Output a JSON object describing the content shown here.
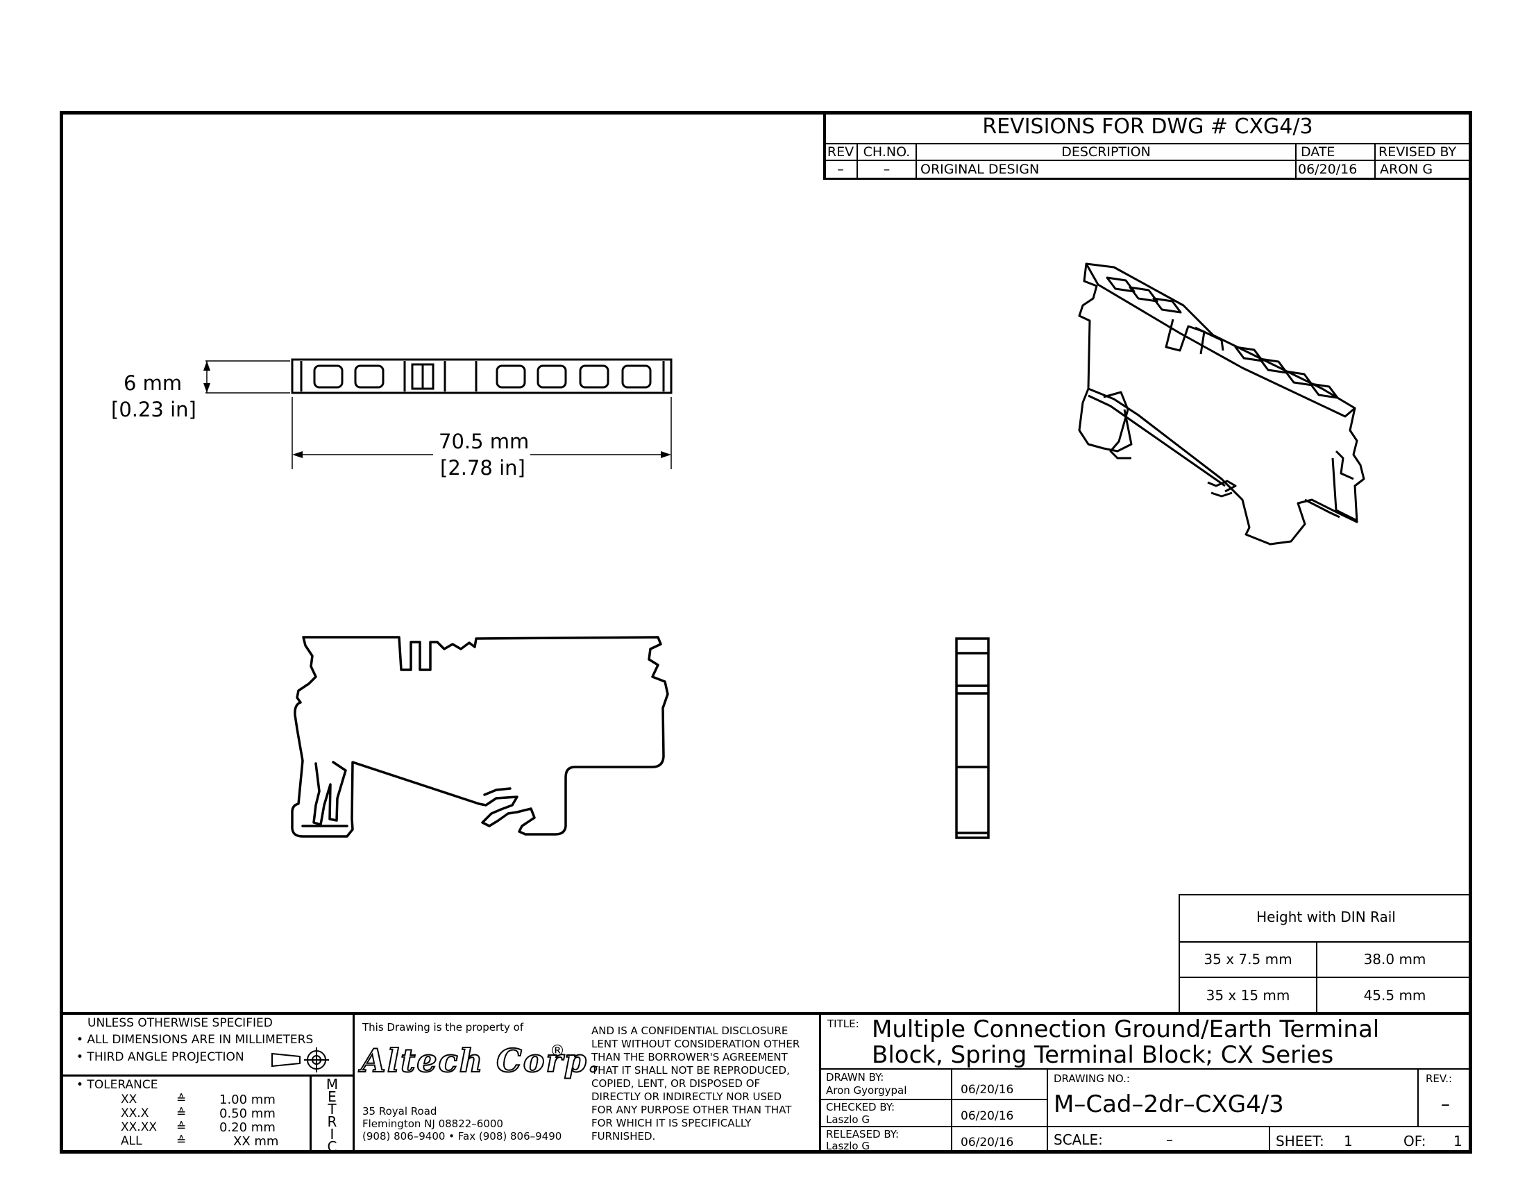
{
  "revisions": {
    "title": "REVISIONS  FOR  DWG  #  CXG4/3",
    "headers": [
      "REV",
      "CH.NO.",
      "DESCRIPTION",
      "DATE",
      "REVISED BY"
    ],
    "rows": [
      [
        "–",
        "–",
        "ORIGINAL  DESIGN",
        "06/20/16",
        "ARON  G"
      ]
    ]
  },
  "dimensions": {
    "height_mm": "6 mm",
    "height_in": "[0.23 in]",
    "width_mm": "70.5 mm",
    "width_in": "[2.78 in]"
  },
  "din_table": {
    "header": "Height with DIN Rail",
    "rows": [
      [
        "35 x 7.5 mm",
        "38.0 mm"
      ],
      [
        "35 x 15 mm",
        "45.5 mm"
      ]
    ]
  },
  "notes": {
    "line1": "UNLESS  OTHERWISE  SPECIFIED",
    "line2": "• ALL  DIMENSIONS  ARE  IN  MILLIMETERS",
    "line3": "• THIRD  ANGLE  PROJECTION",
    "tolerance_label": "• TOLERANCE",
    "tolerances": [
      [
        "XX",
        "≙",
        "1.00 mm"
      ],
      [
        "XX.X",
        "≙",
        "0.50 mm"
      ],
      [
        "XX.XX",
        "≙",
        "0.20 mm"
      ],
      [
        "ALL",
        "≙",
        "XX mm"
      ]
    ],
    "metric_letters": [
      "M",
      "E",
      "T",
      "R",
      "I",
      "C"
    ]
  },
  "company": {
    "property_note": "This  Drawing  is  the  property  of",
    "logo": "Altech Corp.",
    "logo_mark": "®",
    "address1": "35  Royal  Road",
    "address2": "Flemington  NJ  08822–6000",
    "address3": "(908)  806–9400 • Fax  (908)  806–9490",
    "disclosure": [
      "AND  IS  A  CONFIDENTIAL  DISCLOSURE",
      "LENT  WITHOUT  CONSIDERATION  OTHER",
      "THAN  THE  BORROWER'S  AGREEMENT",
      "THAT  IT  SHALL  NOT  BE  REPRODUCED,",
      "COPIED,  LENT,  OR  DISPOSED  OF",
      "DIRECTLY  OR  INDIRECTLY  NOR  USED",
      "FOR  ANY  PURPOSE  OTHER  THAN  THAT",
      "FOR  WHICH  IT  IS  SPECIFICALLY",
      "FURNISHED."
    ]
  },
  "title_block": {
    "title_label": "TITLE:",
    "title_line1": "Multiple  Connection  Ground/Earth  Terminal",
    "title_line2": "Block,  Spring  Terminal  Block;  CX  Series",
    "drawn_label": "DRAWN  BY:",
    "drawn_name": "Aron  Gyorgypal",
    "drawn_date": "06/20/16",
    "checked_label": "CHECKED  BY:",
    "checked_name": "Laszlo  G",
    "checked_date": "06/20/16",
    "released_label": "RELEASED  BY:",
    "released_name": "Laszlo  G",
    "released_date": "06/20/16",
    "drawing_no_label": "DRAWING  NO.:",
    "drawing_no": "M–Cad–2dr–CXG4/3",
    "rev_label": "REV.:",
    "rev": "–",
    "scale_label": "SCALE:",
    "scale": "–",
    "sheet_label": "SHEET:",
    "sheet": "1",
    "of_label": "OF:",
    "of": "1"
  }
}
